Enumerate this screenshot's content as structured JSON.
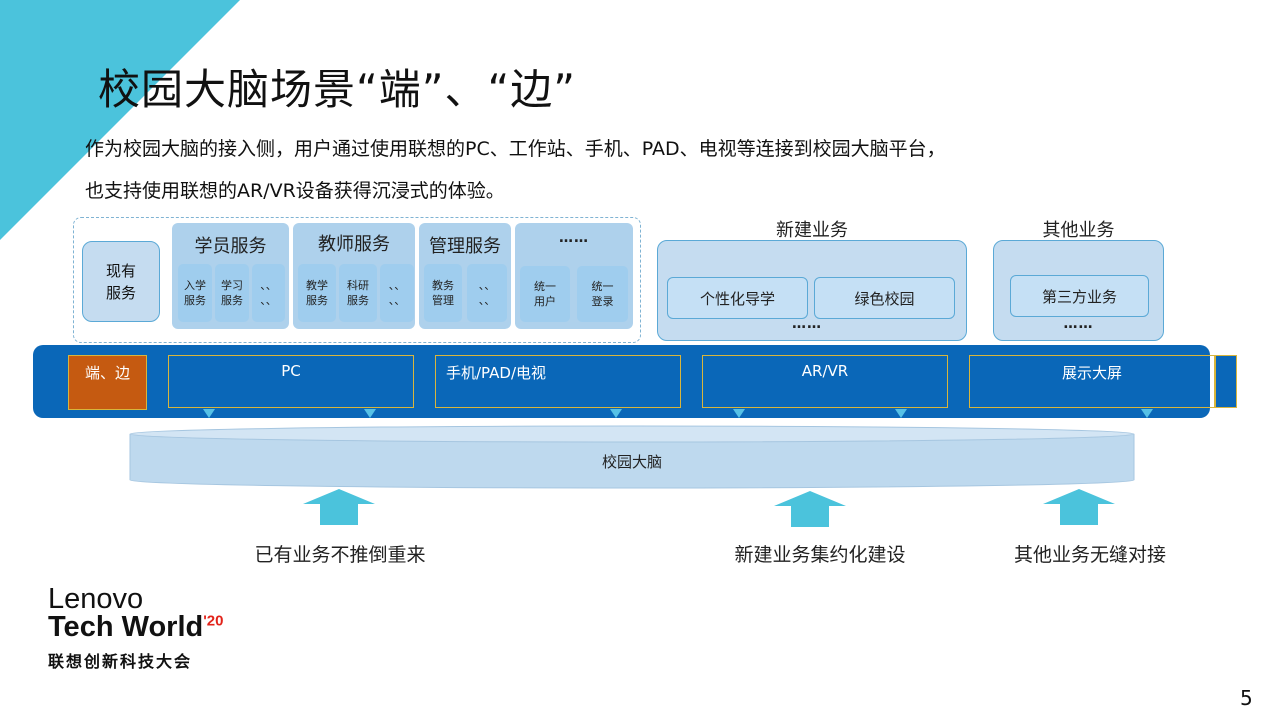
{
  "slide": {
    "title": "校园大脑场景“端”、“边”",
    "description_line1": "作为校园大脑的接入侧，用户通过使用联想的PC、工作站、手机、PAD、电视等连接到校园大脑平台，",
    "description_line2": "也支持使用联想的AR/VR设备获得沉浸式的体验。",
    "page_number": "5"
  },
  "existing": {
    "main_label": "现有\n服务",
    "groups": [
      {
        "title": "学员服务",
        "cells": [
          "入学\n服务",
          "学习\n服务",
          "、、\n、、"
        ]
      },
      {
        "title": "教师服务",
        "cells": [
          "教学\n服务",
          "科研\n服务",
          "、、\n、、"
        ]
      },
      {
        "title": "管理服务",
        "cells": [
          "教务\n管理",
          "、、\n、、"
        ]
      },
      {
        "title": "……",
        "cells": [
          "统一\n用户",
          "统一\n登录"
        ]
      }
    ]
  },
  "new_business": {
    "title": "新建业务",
    "items": [
      "个性化导学",
      "绿色校园"
    ],
    "more": "……"
  },
  "other_business": {
    "title": "其他业务",
    "items": [
      "第三方业务"
    ],
    "more": "……"
  },
  "band": {
    "segments": [
      "端、边",
      "PC",
      "手机/PAD/电视",
      "AR/VR",
      "展示大屏"
    ]
  },
  "platform": {
    "label": "校园大脑"
  },
  "bottom_labels": [
    "已有业务不推倒重来",
    "新建业务集约化建设",
    "其他业务无缝对接"
  ],
  "logo": {
    "line1": "Lenovo",
    "line2": "Tech World",
    "year": "'20",
    "line3": "联想创新科技大会"
  },
  "colors": {
    "accent_cyan": "#4bc3dc",
    "band_blue": "#0a67b8",
    "edge_orange": "#c55a11",
    "box_fill": "#c5dcf0"
  }
}
